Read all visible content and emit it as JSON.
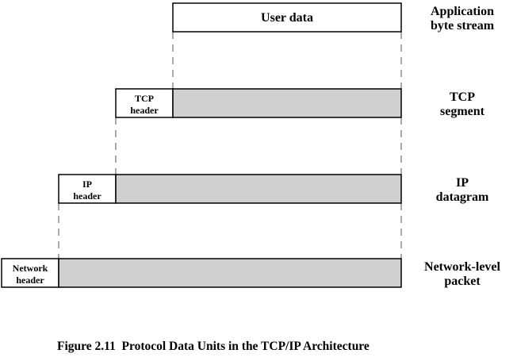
{
  "diagram": {
    "rows": {
      "app": {
        "data_label": "User data",
        "level_label_line1": "Application",
        "level_label_line2": "byte stream"
      },
      "tcp": {
        "header_line1": "TCP",
        "header_line2": "header",
        "level_label_line1": "TCP",
        "level_label_line2": "segment"
      },
      "ip": {
        "header_line1": "IP",
        "header_line2": "header",
        "level_label_line1": "IP",
        "level_label_line2": "datagram"
      },
      "net": {
        "header_line1": "Network",
        "header_line2": "header",
        "level_label_line1": "Network-level",
        "level_label_line2": "packet"
      }
    },
    "colors": {
      "payload_fill": "#d0d0d0",
      "header_fill": "#ffffff",
      "outline": "#000000"
    }
  },
  "caption": "Figure 2.11  Protocol Data Units in the TCP/IP Architecture"
}
